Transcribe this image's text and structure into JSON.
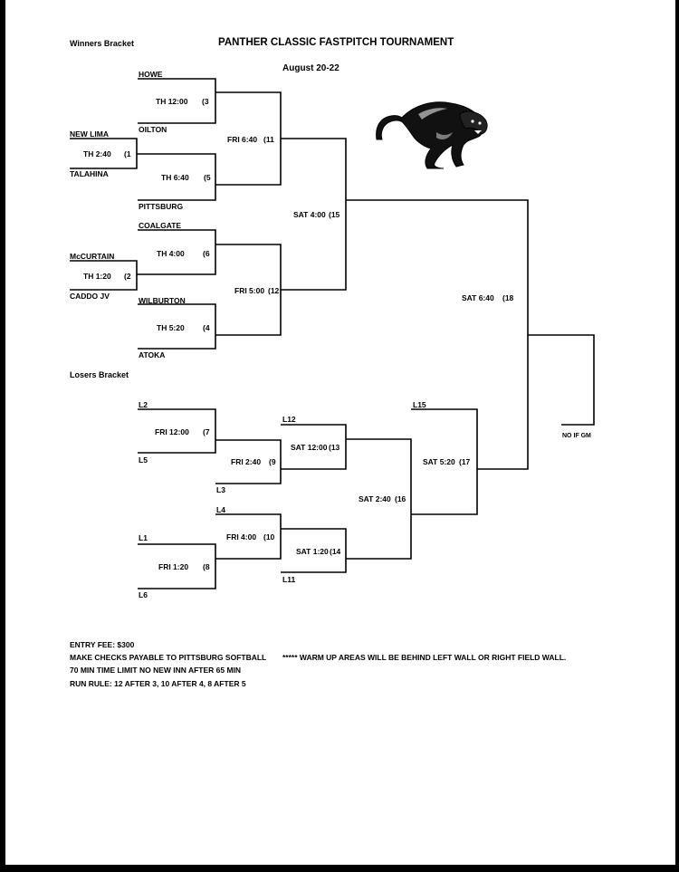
{
  "header": {
    "title": "PANTHER CLASSIC FASTPITCH TOURNAMENT",
    "dates": "August 20-22",
    "winners_label": "Winners Bracket",
    "losers_label": "Losers Bracket"
  },
  "teams": {
    "howe": "HOWE",
    "oilton": "OILTON",
    "new_lima": "NEW LIMA",
    "talahina": "TALAHINA",
    "pittsburg": "PITTSBURG",
    "coalgate": "COALGATE",
    "mccurtain": "McCURTAIN",
    "caddo": "CADDO JV",
    "wilburton": "WILBURTON",
    "atoka": "ATOKA"
  },
  "games": {
    "g1": {
      "time": "TH 2:40",
      "num": "(1"
    },
    "g2": {
      "time": "TH 1:20",
      "num": "(2"
    },
    "g3": {
      "time": "TH 12:00",
      "num": "(3"
    },
    "g4": {
      "time": "TH 5:20",
      "num": "(4"
    },
    "g5": {
      "time": "TH 6:40",
      "num": "(5"
    },
    "g6": {
      "time": "TH 4:00",
      "num": "(6"
    },
    "g7": {
      "time": "FRI 12:00",
      "num": "(7"
    },
    "g8": {
      "time": "FRI 1:20",
      "num": "(8"
    },
    "g9": {
      "time": "FRI 2:40",
      "num": "(9"
    },
    "g10": {
      "time": "FRI 4:00",
      "num": "(10"
    },
    "g11": {
      "time": "FRI 6:40",
      "num": "(11"
    },
    "g12": {
      "time": "FRI 5:00",
      "num": "(12"
    },
    "g13": {
      "time": "SAT 12:00",
      "num": "(13"
    },
    "g14": {
      "time": "SAT 1:20",
      "num": "(14"
    },
    "g15": {
      "time": "SAT 4:00",
      "num": "(15"
    },
    "g16": {
      "time": "SAT 2:40",
      "num": "(16"
    },
    "g17": {
      "time": "SAT 5:20",
      "num": "(17"
    },
    "g18": {
      "time": "SAT 6:40",
      "num": "(18"
    }
  },
  "losers_slots": {
    "l2": "L2",
    "l5": "L5",
    "l3": "L3",
    "l4": "L4",
    "l1": "L1",
    "l6": "L6",
    "l12": "L12",
    "l11": "L11",
    "l15": "L15"
  },
  "final": {
    "if_game": "NO IF GM"
  },
  "footer": {
    "entry_fee": "ENTRY FEE:  $300",
    "checks": "MAKE CHECKS PAYABLE TO PITTSBURG SOFTBALL",
    "time_limit": "70 MIN TIME LIMIT NO NEW INN AFTER 65 MIN",
    "run_rule": "RUN RULE: 12 AFTER 3, 10 AFTER 4, 8 AFTER 5",
    "warmup": "***** WARM UP AREAS WILL BE BEHIND LEFT WALL OR RIGHT FIELD WALL."
  },
  "logo": {
    "icon": "panther-icon"
  }
}
